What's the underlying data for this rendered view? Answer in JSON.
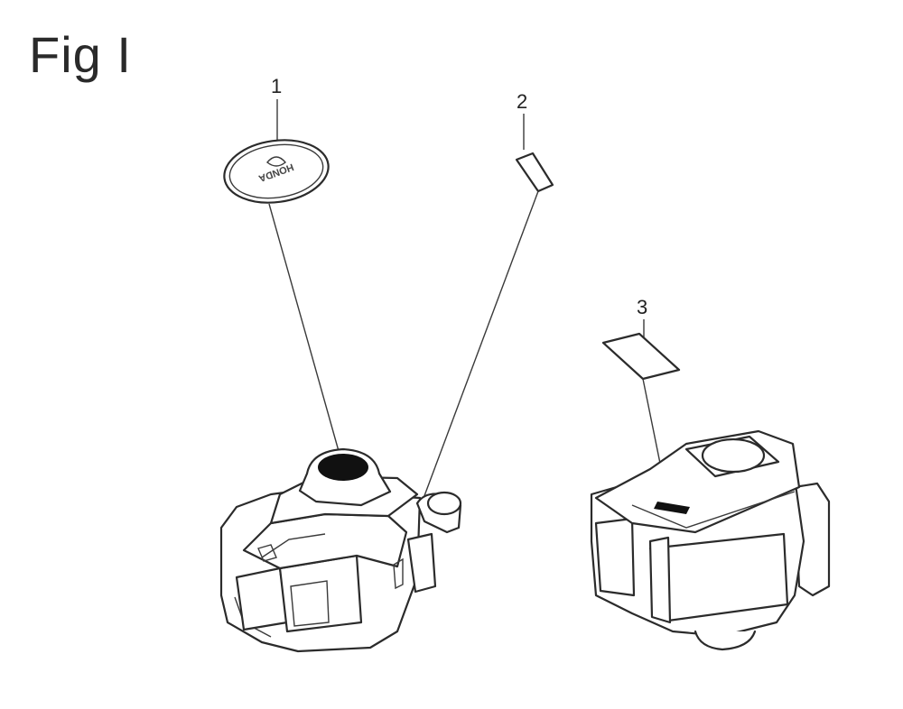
{
  "figure": {
    "title": "Fig I",
    "callouts": [
      {
        "id": "1"
      },
      {
        "id": "2"
      },
      {
        "id": "3"
      }
    ],
    "emblem_text": "HONDA"
  }
}
